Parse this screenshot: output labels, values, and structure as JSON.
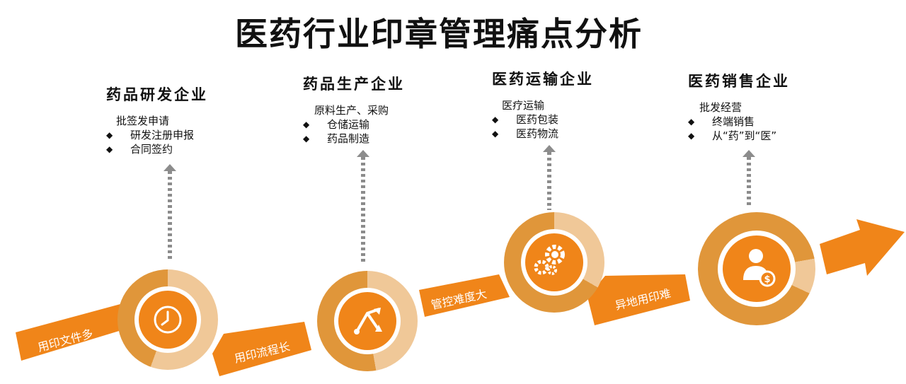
{
  "title": "医药行业印章管理痛点分析",
  "colors": {
    "orange": "#f08519",
    "ring_dark": "#e0963a",
    "ring_light": "#f0c898",
    "arrow_gray": "#8c8c8c"
  },
  "stages": [
    {
      "title": "药品研发企业",
      "intro": "批签发申请",
      "items": [
        "研发注册申报",
        "合同签约"
      ],
      "icon": "clock-icon"
    },
    {
      "title": "药品生产企业",
      "intro": "原料生产、采购",
      "items": [
        "仓储运输",
        "药品制造"
      ],
      "icon": "flow-arrows-icon"
    },
    {
      "title": "医药运输企业",
      "intro": "医疗运输",
      "items": [
        "医药包装",
        "医药物流"
      ],
      "icon": "gears-icon"
    },
    {
      "title": "医药销售企业",
      "intro": "批发经营",
      "items": [
        "终端销售",
        "从“药”到“医”"
      ],
      "icon": "person-dollar-icon"
    }
  ],
  "pain_points": [
    "用印文件多",
    "用印流程长",
    "管控难度大",
    "异地用印难"
  ],
  "bullet_symbol": "◆"
}
